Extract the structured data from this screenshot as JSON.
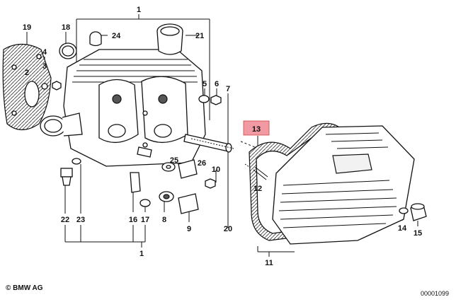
{
  "callouts": {
    "n1_top": "1",
    "n1_bottom": "1",
    "n2": "2",
    "n3": "3",
    "n4": "4",
    "n5": "5",
    "n6": "6",
    "n7": "7",
    "n8": "8",
    "n9": "9",
    "n10": "10",
    "n11": "11",
    "n12": "12",
    "n13": "13",
    "n14": "14",
    "n15": "15",
    "n16": "16",
    "n17": "17",
    "n18": "18",
    "n19": "19",
    "n20": "20",
    "n21": "21",
    "n22": "22",
    "n23": "23",
    "n24": "24",
    "n25": "25",
    "n26": "26"
  },
  "highlight": {
    "color": "#f29aa3",
    "part": "13"
  },
  "footer": {
    "copyright": "BMW AG",
    "copyright_symbol": "©",
    "diagram_id": "00001099"
  }
}
